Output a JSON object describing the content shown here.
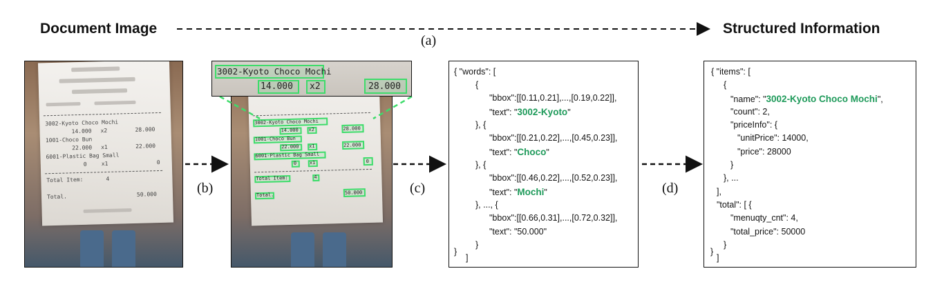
{
  "header": {
    "left_title": "Document Image",
    "right_title": "Structured Information",
    "label_a": "(a)"
  },
  "arrows": {
    "b": "(b)",
    "c": "(c)",
    "d": "(d)"
  },
  "receipt": {
    "line1": "3002-Kyoto Choco Mochi",
    "line1_qty": "14.000",
    "line1_x": "x2",
    "line1_amt": "28.000",
    "line2": "1001-Choco Bun",
    "line2_qty": "22.000",
    "line2_x": "x1",
    "line2_amt": "22.000",
    "line3": "6001-Plastic Bag Small",
    "line3_qty": "0",
    "line3_x": "x1",
    "line3_amt": "0",
    "total_items_label": "Total Item:",
    "total_items_val": "4",
    "total_label": "Total.",
    "total_val": "50.000"
  },
  "zoom": {
    "line": "3002-Kyoto Choco Mochi",
    "qty": "14.000",
    "x": "x2",
    "amt": "28.000"
  },
  "words_json": {
    "l1": "{ \"words\": [",
    "l2": "{",
    "l3": "\"bbox\":[[0.11,0.21],...,[0.19,0.22]],",
    "l4_pre": "\"text\": \"",
    "l4_val": "3002-Kyoto",
    "l4_post": "\"",
    "l5": "}, {",
    "l6": "\"bbox\":[[0.21,0.22],...,[0.45,0.23]],",
    "l7_pre": "\"text\": \"",
    "l7_val": "Choco",
    "l7_post": "\"",
    "l8": "}, {",
    "l9": "\"bbox\":[[0.46,0.22],...,[0.52,0.23]],",
    "l10_pre": "\"text\": \"",
    "l10_val": "Mochi",
    "l10_post": "\"",
    "l11": "}, ..., {",
    "l12": "\"bbox\":[[0.66,0.31],...,[0.72,0.32]],",
    "l13": "\"text\": \"50.000\"",
    "l14": "}",
    "l15": "]",
    "l16": "}"
  },
  "items_json": {
    "l1": "{ \"items\": [",
    "l2": "{",
    "l3_pre": "\"name\": \"",
    "l3_val": "3002-Kyoto Choco Mochi",
    "l3_post": "\",",
    "l4": "\"count\": 2,",
    "l5": "\"priceInfo\": {",
    "l6": "\"unitPrice\": 14000,",
    "l7": "\"price\": 28000",
    "l8": "}",
    "l9": "}, ...",
    "l10": "],",
    "l11": "\"total\": [ {",
    "l12": "\"menuqty_cnt\": 4,",
    "l13": "\"total_price\": 50000",
    "l14": "}",
    "l15": "]",
    "l16": "}"
  },
  "colors": {
    "highlight_green": "#3ddc6a",
    "json_green": "#1e9a5a"
  }
}
